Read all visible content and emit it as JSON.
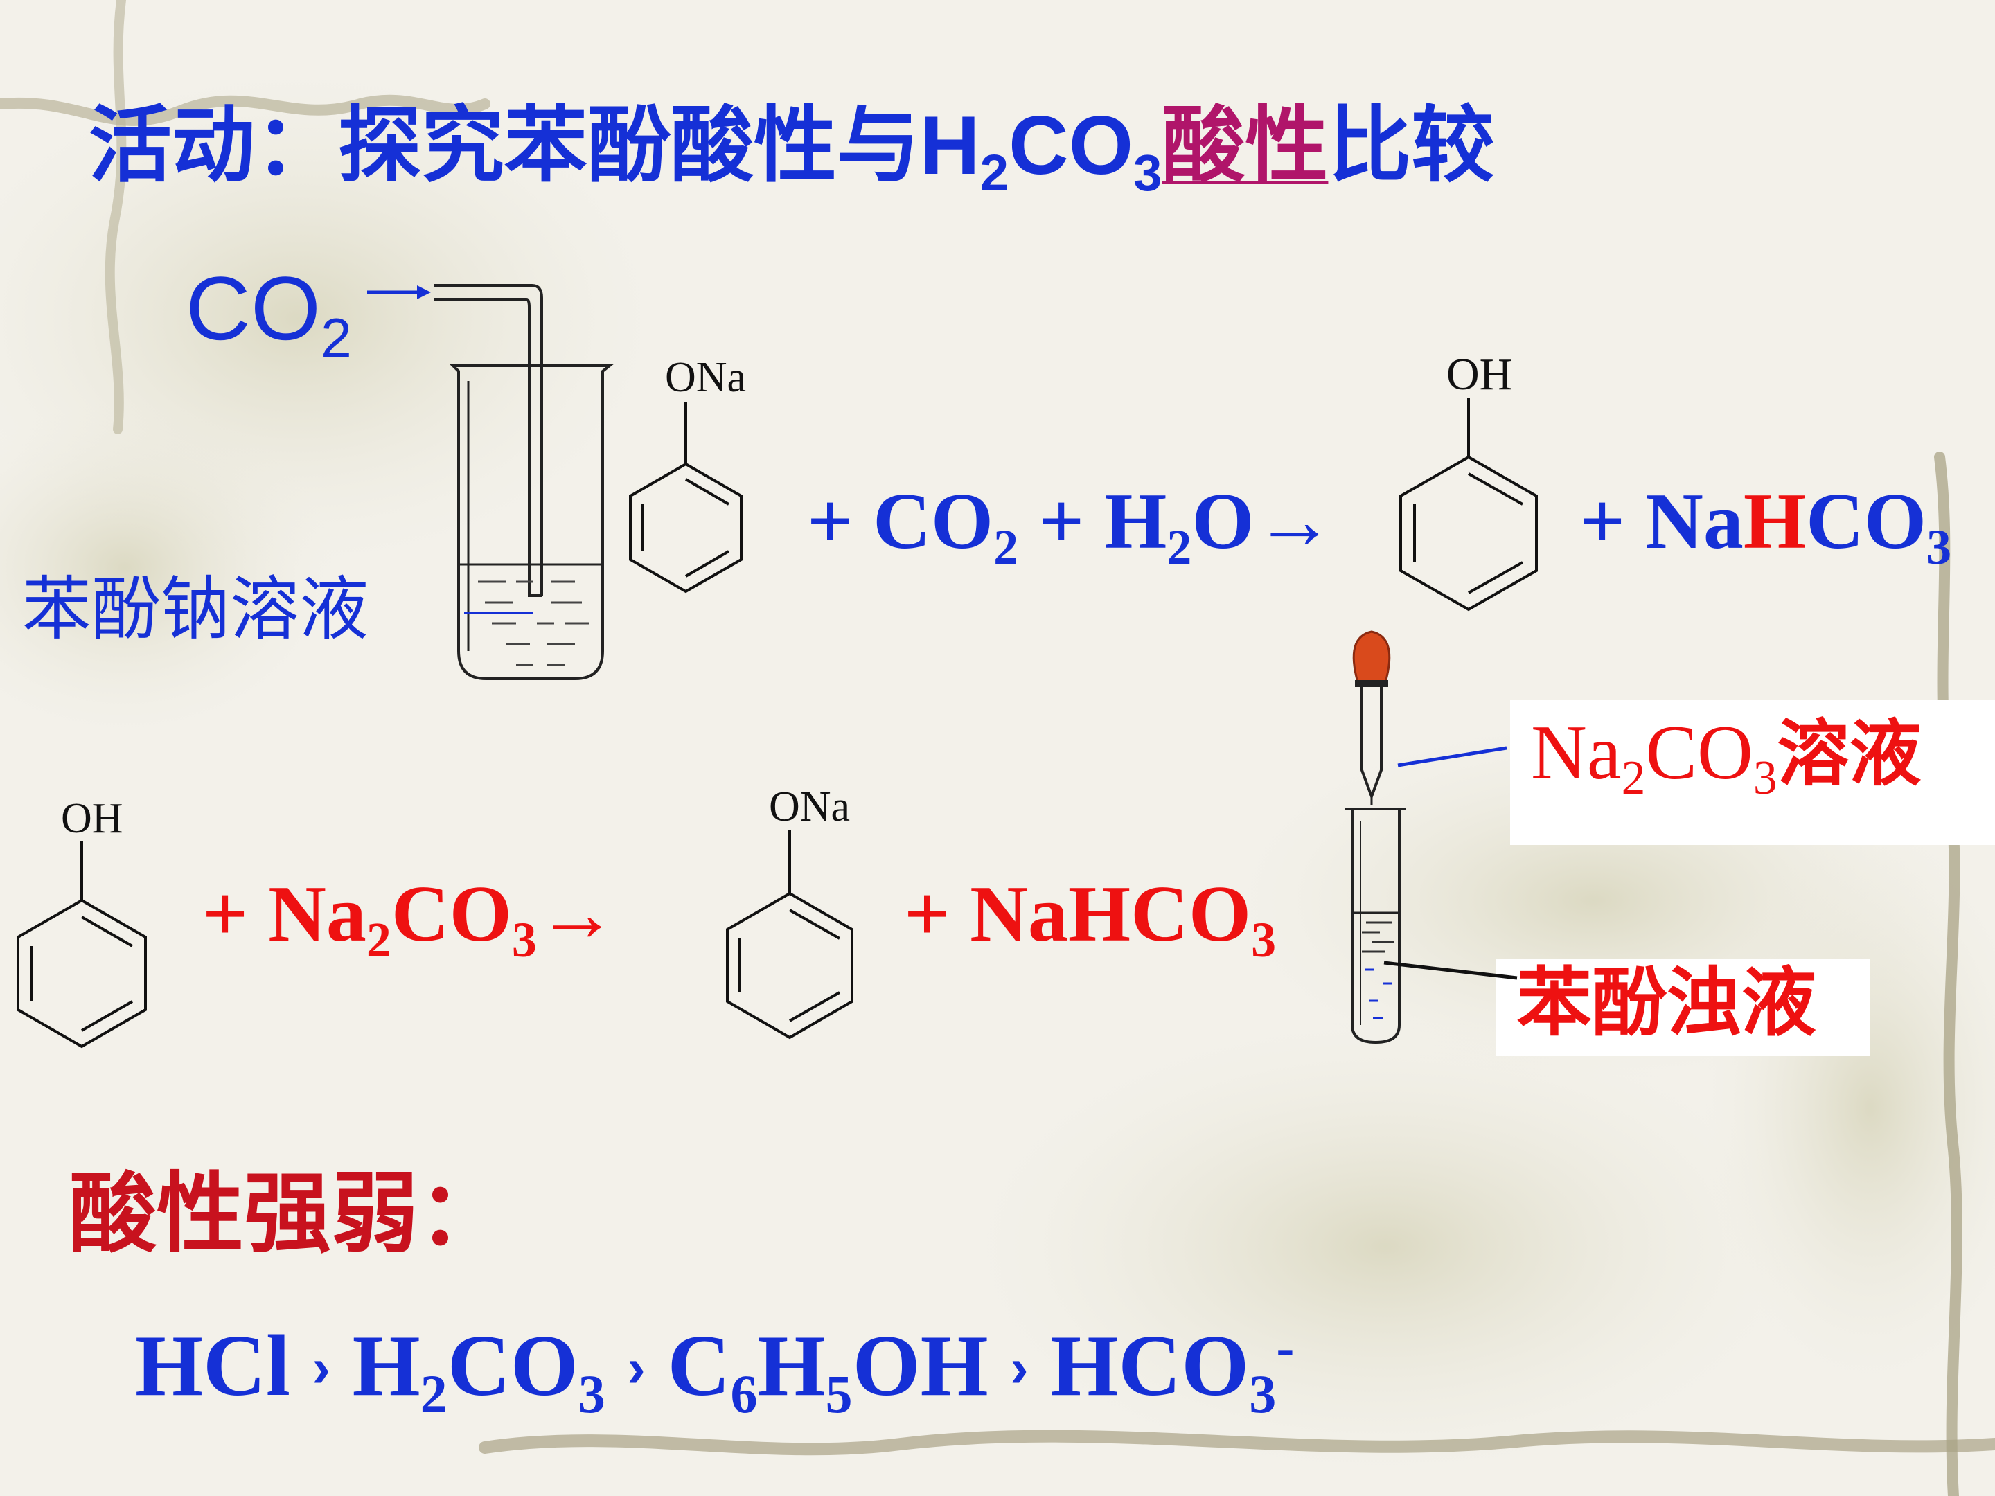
{
  "title": {
    "prefix": "活动：探究苯酚酸性与",
    "formula_base1": "H",
    "formula_sub1": "2",
    "formula_base2": "CO",
    "formula_sub2": "3",
    "emphasis": "酸性",
    "suffix": "比较"
  },
  "experiment1": {
    "gas_base": "CO",
    "gas_sub": "2",
    "solution_label": "苯酚钠溶液",
    "reactant_group": "ONa",
    "product_group": "OH",
    "eq_plus_co2": "+ CO",
    "eq_co2_sub": "2",
    "eq_plus_h2o": "+ H",
    "eq_h2o_sub": "2",
    "eq_o_arrow": "O→",
    "eq_plus_na": "+ Na",
    "eq_hco_red": "H",
    "eq_co_blue": "CO",
    "eq_co_sub": "3"
  },
  "experiment2": {
    "reactant_group": "OH",
    "eq_plus_na": "+ Na",
    "eq_na_sub": "2",
    "eq_co": "CO",
    "eq_co_sub": "3",
    "eq_arrow": "→",
    "product_group": "ONa",
    "eq_plus_nahco": "+ NaHCO",
    "eq_nahco_sub": "3",
    "dropper_label_na": "Na",
    "dropper_label_sub1": "2",
    "dropper_label_co": "CO",
    "dropper_label_sub2": "3",
    "dropper_label_suffix": "溶液",
    "tube_label": "苯酚浊液"
  },
  "conclusion": {
    "heading": "酸性强弱：",
    "sep": "›",
    "acid1": "HCl",
    "acid2_h": "H",
    "acid2_sub": "2",
    "acid2_co": "CO",
    "acid2_sub2": "3",
    "acid3_c": "C",
    "acid3_sub1": "6",
    "acid3_h": "H",
    "acid3_sub2": "5",
    "acid3_oh": "OH",
    "acid4_hco": "HCO",
    "acid4_sub": "3",
    "acid4_sup": "-"
  },
  "colors": {
    "blue": "#1530d6",
    "red": "#ee1111",
    "dark_red": "#c8121e",
    "magenta": "#b0156a",
    "background": "#f3f1ea",
    "bulb": "#d94a1c"
  }
}
